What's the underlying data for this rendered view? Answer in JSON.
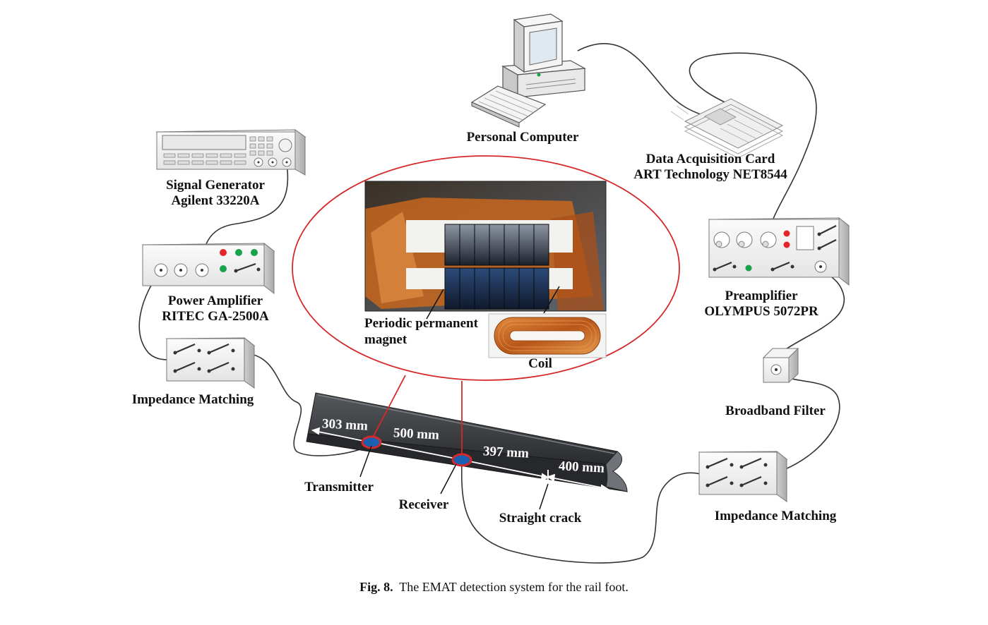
{
  "components": {
    "personal_computer": "Personal Computer",
    "daq_card": [
      "Data Acquisition Card",
      "ART Technology NET8544"
    ],
    "signal_generator": [
      "Signal Generator",
      "Agilent 33220A"
    ],
    "power_amplifier": [
      "Power Amplifier",
      "RITEC GA-2500A"
    ],
    "impedance_matching_left": "Impedance Matching",
    "preamplifier": [
      "Preamplifier",
      "OLYMPUS 5072PR"
    ],
    "broadband_filter": "Broadband Filter",
    "impedance_matching_right": "Impedance Matching"
  },
  "inset": {
    "magnet_label": [
      "Periodic permanent",
      "magnet"
    ],
    "coil_label": "Coil"
  },
  "rail": {
    "distances": [
      "303 mm",
      "500 mm",
      "397 mm",
      "400 mm"
    ],
    "transmitter": "Transmitter",
    "receiver": "Receiver",
    "crack": "Straight crack"
  },
  "caption": {
    "number": "Fig. 8.",
    "text": "The EMAT detection system for the rail foot."
  },
  "colors": {
    "ellipse": "#d62828",
    "led_red": "#e3262b",
    "led_green": "#17a34a",
    "rail": "#2e3033",
    "coil": "#b36a3a",
    "copper_tape": "#c8661f"
  }
}
